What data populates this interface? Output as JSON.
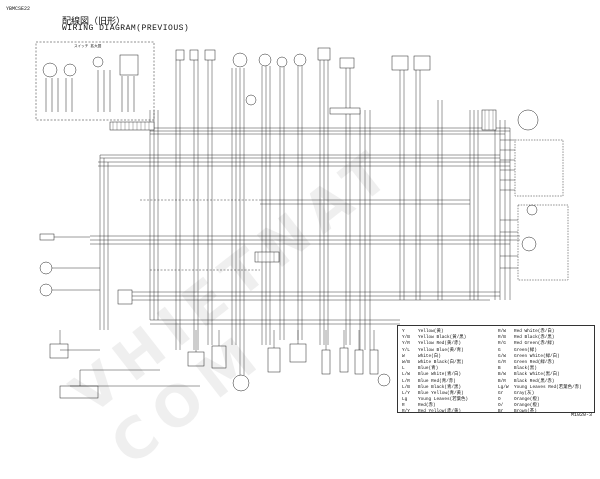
{
  "header": {
    "code": "YBMCSE22",
    "title_jp": "配線図（旧形）",
    "title_en": "WIRING DIAGRAM(PREVIOUS)"
  },
  "figure_number": "M1020-3",
  "watermark": "VHIETNAT COM",
  "inset_label": "スイッチ 拡大図",
  "legend": {
    "left": [
      {
        "code": "Y",
        "name": "Yellow(黄)"
      },
      {
        "code": "Y/B",
        "name": "Yellow Black(黄/黒)"
      },
      {
        "code": "Y/R",
        "name": "Yellow Red(黄/赤)"
      },
      {
        "code": "Y/L",
        "name": "Yellow Blue(黄/青)"
      },
      {
        "code": "W",
        "name": "White(白)"
      },
      {
        "code": "W/B",
        "name": "White Black(白/黒)"
      },
      {
        "code": "L",
        "name": "Blue(青)"
      },
      {
        "code": "L/W",
        "name": "Blue White(青/白)"
      },
      {
        "code": "L/R",
        "name": "Blue Red(青/赤)"
      },
      {
        "code": "L/B",
        "name": "Blue Black(青/黒)"
      },
      {
        "code": "L/Y",
        "name": "Blue Yellow(青/黄)"
      },
      {
        "code": "Lg",
        "name": "Young Leaves(若葉色)"
      },
      {
        "code": "R",
        "name": "Red(赤)"
      },
      {
        "code": "R/Y",
        "name": "Red Yellow(赤/黄)"
      }
    ],
    "right": [
      {
        "code": "R/W",
        "name": "Red White(赤/白)"
      },
      {
        "code": "R/B",
        "name": "Red Black(赤/黒)"
      },
      {
        "code": "R/G",
        "name": "Red Green(赤/緑)"
      },
      {
        "code": "G",
        "name": "Green(緑)"
      },
      {
        "code": "G/W",
        "name": "Green White(緑/白)"
      },
      {
        "code": "G/R",
        "name": "Green Red(緑/赤)"
      },
      {
        "code": "B",
        "name": "Black(黒)"
      },
      {
        "code": "B/W",
        "name": "Black White(黒/白)"
      },
      {
        "code": "B/R",
        "name": "Black Red(黒/赤)"
      },
      {
        "code": "Lg/W",
        "name": "Young Leaves Red(若葉色/赤)"
      },
      {
        "code": "Gr",
        "name": "Gray(灰)"
      },
      {
        "code": "O",
        "name": "Orange(橙)"
      },
      {
        "code": "O/",
        "name": "Orange(橙)"
      },
      {
        "code": "Br",
        "name": "Brown(茶)"
      }
    ]
  }
}
